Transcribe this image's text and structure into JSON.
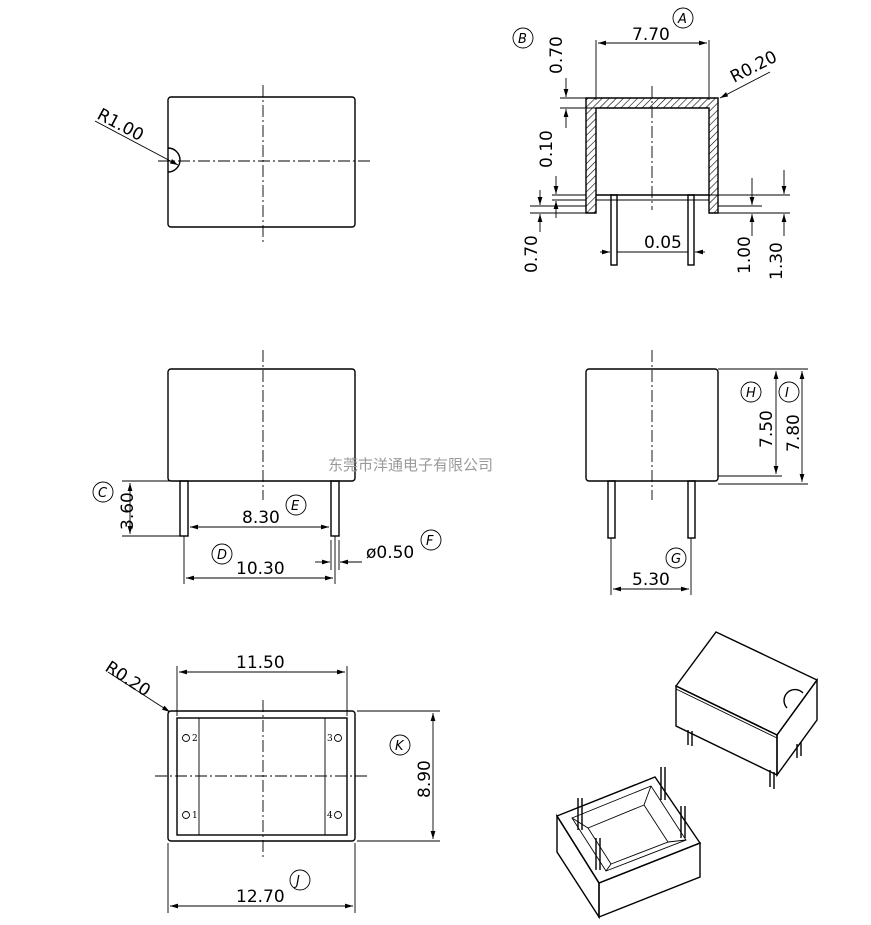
{
  "watermark": "东莞市洋通电子有限公司",
  "top_left_view": {
    "radius_label": "R1.00"
  },
  "top_right_view": {
    "ref_A": "A",
    "ref_B": "B",
    "width_label": "7.70",
    "wall_top_label": "0.70",
    "radius_label": "R0.20",
    "gap_label": "0.10",
    "wall_side_label": "0.70",
    "pin_offset_label": "0.05",
    "pin_len_label": "1.00",
    "total_len_label": "1.30"
  },
  "mid_left_view": {
    "ref_C": "C",
    "ref_D": "D",
    "ref_E": "E",
    "ref_F": "F",
    "pin_height_label": "3.60",
    "inner_pitch_label": "8.30",
    "pitch_label": "10.30",
    "pin_diameter_label": "ø0.50"
  },
  "mid_right_view": {
    "ref_G": "G",
    "ref_H": "H",
    "ref_I": "I",
    "height_label": "7.50",
    "total_height_label": "7.80",
    "pin_pitch_label": "5.30"
  },
  "bottom_left_view": {
    "ref_J": "J",
    "ref_K": "K",
    "radius_label": "R0.20",
    "inner_width_label": "11.50",
    "outer_width_label": "12.70",
    "depth_label": "8.90",
    "pin_numbers": [
      "2",
      "3",
      "1",
      "4"
    ]
  },
  "iso_views": {}
}
